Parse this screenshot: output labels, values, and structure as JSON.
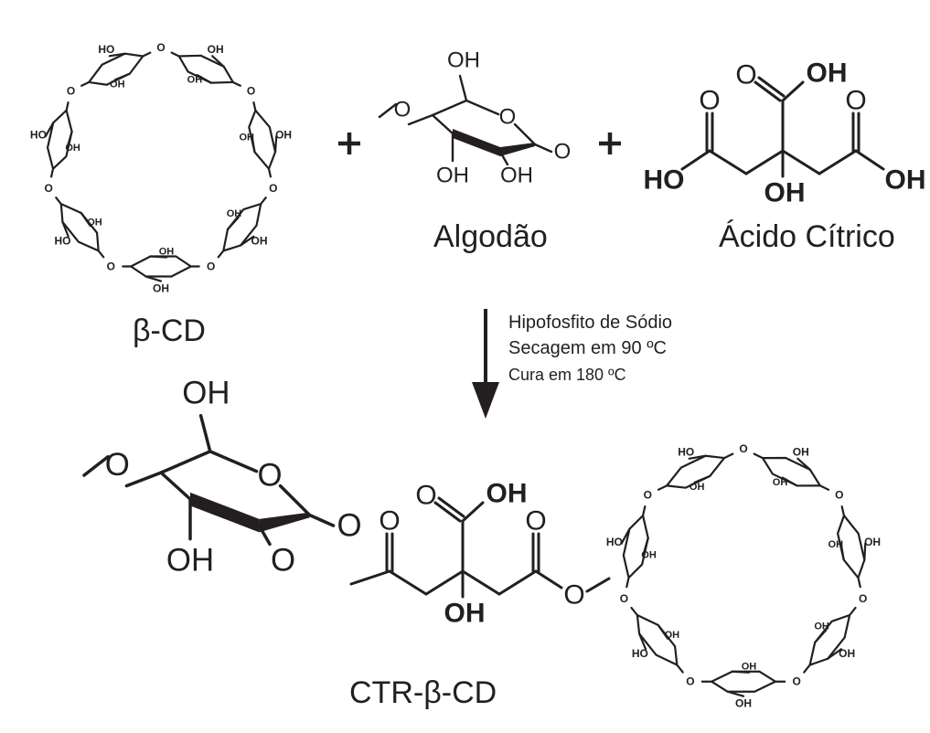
{
  "reactants": {
    "cyclodextrin_label": "β-CD",
    "plus_sign": "+",
    "cotton_label": "Algodão",
    "citric_acid_label": "Ácido Cítrico"
  },
  "conditions": {
    "catalyst": "Hipofosfito de Sódio",
    "drying": "Secagem em 90 ºC",
    "curing": "Cura em 180 ºC"
  },
  "product": {
    "label": "CTR-β-CD"
  },
  "atoms": {
    "oxygen": "O",
    "hydroxyl": "OH",
    "hydroxyl_reversed": "HO"
  },
  "colors": {
    "ink": "#231f20",
    "background": "#ffffff"
  }
}
